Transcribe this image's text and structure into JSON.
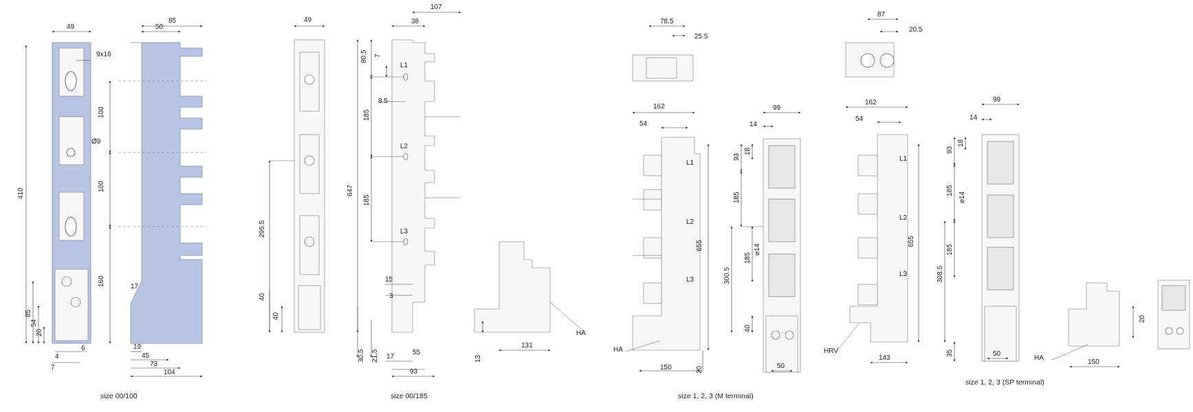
{
  "captions": {
    "size_00_100": "size 00/100",
    "size_00_185": "size 00/185",
    "size_123_m": "size 1, 2, 3 (M terminal)",
    "size_123_sp": "size 1, 2, 3 (SP terminal)"
  },
  "dims_00_100": {
    "w49": "49",
    "d9x16": "9x16",
    "v100a": "100",
    "d9": "Ø9",
    "v100b": "100",
    "v410": "410",
    "v160": "160",
    "v85": "85",
    "v54": "54",
    "v20": "20",
    "h4": "4",
    "h7": "7",
    "h6": "6",
    "t85": "85",
    "t50": "50",
    "s17": "17",
    "b19": "19",
    "b45": "45",
    "b73": "73",
    "b104": "104"
  },
  "dims_00_185": {
    "w49": "49",
    "v295": "295.5",
    "v40a": "40",
    "v40b": "40",
    "t107": "107",
    "t38": "38",
    "v80": "80.5",
    "v7": "7",
    "v8": "8.5",
    "L1": "L1",
    "L2": "L2",
    "L3": "L3",
    "v647": "647",
    "v185a": "185",
    "v185b": "185",
    "h15": "15",
    "h3": "3",
    "h30": "30.5",
    "h21": "21.5",
    "h17": "17",
    "h55": "55",
    "h93": "93"
  },
  "dims_ha_small": {
    "ha": "HA",
    "v13": "13",
    "h131": "131"
  },
  "dims_m": {
    "t78": "78.5",
    "t25": "25.5",
    "t162": "162",
    "t54": "54",
    "L1": "L1",
    "L2": "L2",
    "L3": "L3",
    "v655": "655",
    "ha": "HA",
    "h150": "150",
    "v20": "20",
    "f99": "99",
    "f14": "14",
    "f93": "93",
    "f18": "18",
    "f185a": "185",
    "f185b": "185",
    "f14d": "⌀14",
    "f300": "300.5",
    "f40": "40",
    "f50": "50"
  },
  "dims_sp": {
    "t87": "87",
    "t20": "20.5",
    "t162": "162",
    "t54": "54",
    "L1": "L1",
    "L2": "L2",
    "L3": "L3",
    "v655": "655",
    "hrv": "HRV",
    "h143": "143",
    "f99": "99",
    "f14": "14",
    "f93": "93",
    "f18": "18",
    "f185a": "185",
    "f14d": "⌀14",
    "f185b": "185",
    "f308": "308.5",
    "f35": "35",
    "f50": "50"
  },
  "dims_ha_right": {
    "ha": "HA",
    "v20": "20",
    "h150": "150"
  }
}
